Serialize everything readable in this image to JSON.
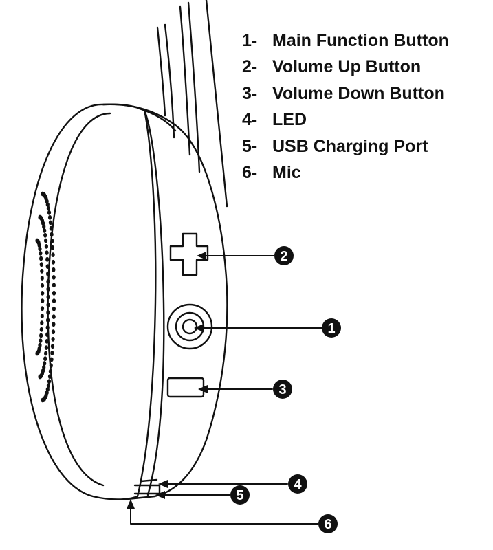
{
  "legend": {
    "items": [
      {
        "number": "1-",
        "label": "Main Function Button"
      },
      {
        "number": "2-",
        "label": "Volume Up Button"
      },
      {
        "number": "3-",
        "label": "Volume Down Button"
      },
      {
        "number": "4-",
        "label": "LED"
      },
      {
        "number": "5-",
        "label": "USB Charging Port"
      },
      {
        "number": "6-",
        "label": "Mic"
      }
    ]
  },
  "callouts": {
    "c1": "1",
    "c2": "2",
    "c3": "3",
    "c4": "4",
    "c5": "5",
    "c6": "6"
  },
  "colors": {
    "line": "#111111",
    "callout_fill": "#111111",
    "background": "#ffffff"
  }
}
